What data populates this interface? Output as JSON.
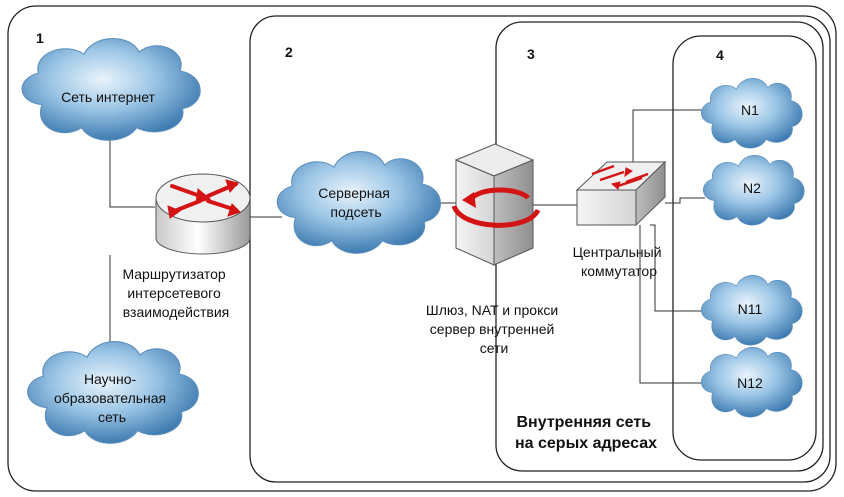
{
  "zones": {
    "z1": "1",
    "z2": "2",
    "z3": "3",
    "z4": "4"
  },
  "clouds": {
    "internet": "Сеть интернет",
    "server_subnet": [
      "Серверная",
      "подсеть"
    ],
    "science": [
      "Научно-",
      "образовательная",
      "сеть"
    ],
    "n1": "N1",
    "n2": "N2",
    "n11": "N11",
    "n12": "N12"
  },
  "router_label": [
    "Маршрутизатор",
    "интерсетевого",
    "взаимодействия"
  ],
  "gateway_label": [
    "Шлюз, NAT и прокси",
    "сервер внутренней",
    "сети"
  ],
  "switch_label": [
    "Центральный",
    "коммутатор"
  ],
  "internal_net_label": [
    "Внутренняя сеть",
    "на серых адресах"
  ]
}
